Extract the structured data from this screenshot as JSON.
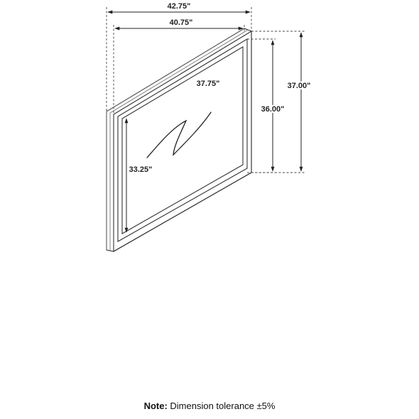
{
  "dimensions": {
    "overall_width": "42.75\"",
    "frame_width": "40.75\"",
    "glass_width": "37.75\"",
    "overall_height": "37.00\"",
    "frame_height": "36.00\"",
    "glass_height": "33.25\""
  },
  "note": {
    "label": "Note:",
    "text": " Dimension tolerance ±5%"
  },
  "icons": {
    "reflection": "mirror-glare-icon"
  },
  "colors": {
    "line": "#333333",
    "text": "#222222",
    "background": "#ffffff"
  }
}
